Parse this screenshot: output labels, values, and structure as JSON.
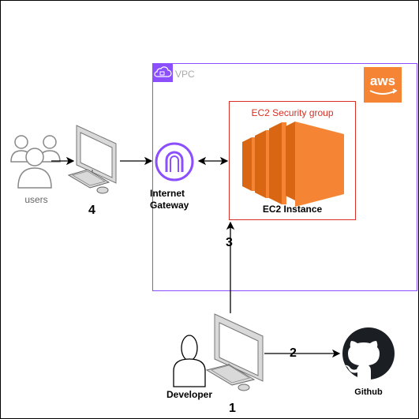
{
  "labels": {
    "vpc": "VPC",
    "security_group": "EC2 Security group",
    "ec2": "EC2 Instance",
    "igw": "Internet Gateway",
    "users": "users",
    "developer": "Developer",
    "github": "Github",
    "aws": "aws"
  },
  "steps": [
    "1",
    "2",
    "3",
    "4"
  ],
  "colors": {
    "vpc_border": "#8c4fff",
    "sg_border": "#d93025",
    "aws_orange": "#f58534",
    "ec2_orange": "#f28a2e",
    "user_gray": "#888888"
  },
  "icons": [
    "users-icon",
    "computer-icon",
    "internet-gateway-icon",
    "ec2-instance-icon",
    "aws-logo-icon",
    "vpc-icon",
    "developer-icon",
    "github-icon"
  ]
}
